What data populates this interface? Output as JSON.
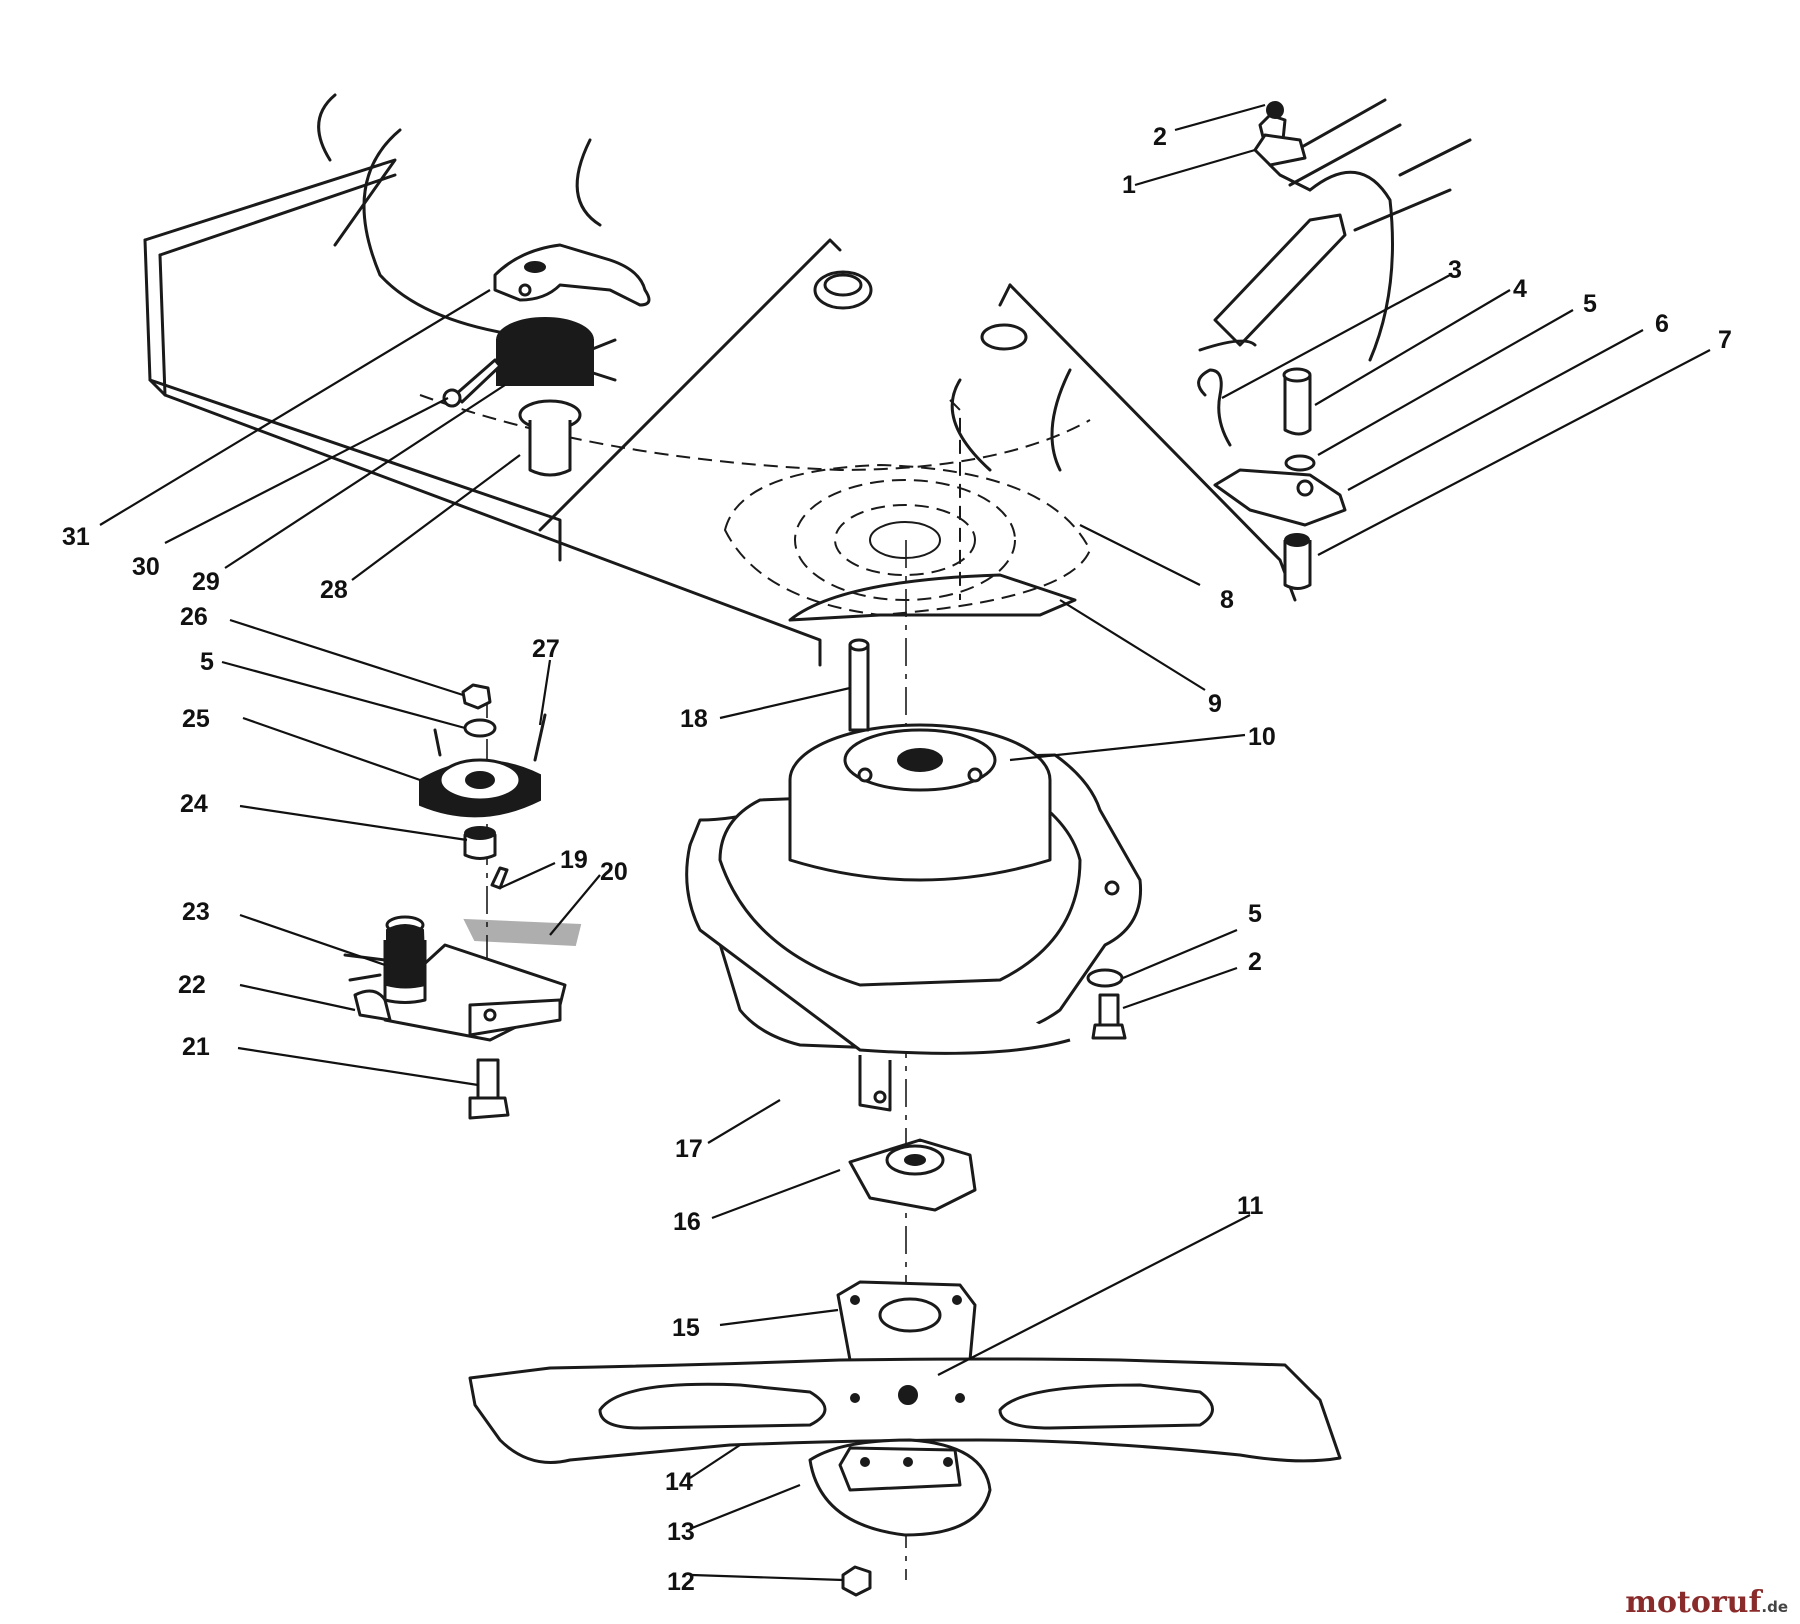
{
  "diagram": {
    "watermark": {
      "brand": "motoruf",
      "tld": ".de"
    },
    "parts": [
      {
        "id": "p31",
        "label": "31"
      },
      {
        "id": "p30",
        "label": "30"
      },
      {
        "id": "p29",
        "label": "29"
      },
      {
        "id": "p28",
        "label": "28"
      },
      {
        "id": "p26",
        "label": "26"
      },
      {
        "id": "p5a",
        "label": "5"
      },
      {
        "id": "p25",
        "label": "25"
      },
      {
        "id": "p27",
        "label": "27"
      },
      {
        "id": "p24",
        "label": "24"
      },
      {
        "id": "p23",
        "label": "23"
      },
      {
        "id": "p22",
        "label": "22"
      },
      {
        "id": "p21",
        "label": "21"
      },
      {
        "id": "p19",
        "label": "19"
      },
      {
        "id": "p20",
        "label": "20"
      },
      {
        "id": "p18",
        "label": "18"
      },
      {
        "id": "p17",
        "label": "17"
      },
      {
        "id": "p16",
        "label": "16"
      },
      {
        "id": "p15",
        "label": "15"
      },
      {
        "id": "p14",
        "label": "14"
      },
      {
        "id": "p13",
        "label": "13"
      },
      {
        "id": "p12",
        "label": "12"
      },
      {
        "id": "p11",
        "label": "11"
      },
      {
        "id": "p10",
        "label": "10"
      },
      {
        "id": "p9",
        "label": "9"
      },
      {
        "id": "p8",
        "label": "8"
      },
      {
        "id": "p2a",
        "label": "2"
      },
      {
        "id": "p1",
        "label": "1"
      },
      {
        "id": "p3",
        "label": "3"
      },
      {
        "id": "p4",
        "label": "4"
      },
      {
        "id": "p5b",
        "label": "5"
      },
      {
        "id": "p6",
        "label": "6"
      },
      {
        "id": "p7",
        "label": "7"
      },
      {
        "id": "p5c",
        "label": "5"
      },
      {
        "id": "p2b",
        "label": "2"
      }
    ]
  }
}
